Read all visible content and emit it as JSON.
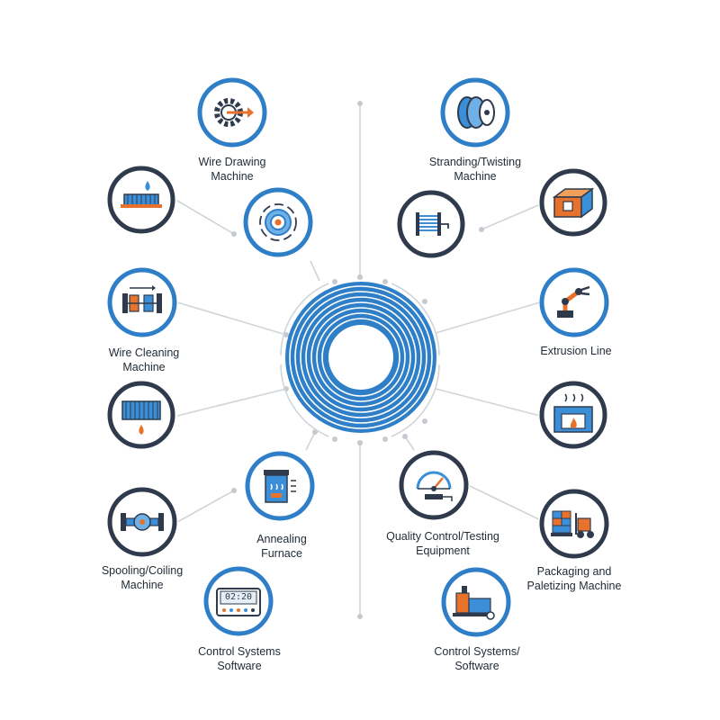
{
  "center_icon": "wire-coil-icon",
  "colors": {
    "blue": "#2f7fc8",
    "navy": "#2f3b4c",
    "line": "#d0d5da",
    "accent": "#e8722c",
    "coil": "#3b8fd9"
  },
  "labels": {
    "wire_drawing": [
      "Wire Drawing",
      "Machine"
    ],
    "stranding": [
      "Stranding/Twisting",
      "Machine"
    ],
    "wire_cleaning": [
      "Wire Cleaning",
      "Machine"
    ],
    "extrusion": [
      "Extrusion Line"
    ],
    "annealing": [
      "Annealing",
      "Furnace"
    ],
    "quality": [
      "Quality Control/Testing",
      "Equipment"
    ],
    "spooling": [
      "Spooling/Coiling",
      "Machine"
    ],
    "packaging": [
      "Packaging and",
      "Paletizing Machine"
    ],
    "control_left": [
      "Control Systems",
      "Software"
    ],
    "control_right": [
      "Control Systems/",
      "Software"
    ]
  },
  "nodes": [
    {
      "name": "gear-arrow-icon",
      "ring": "blue"
    },
    {
      "name": "spool-reels-icon",
      "ring": "blue"
    },
    {
      "name": "cleaning-brush-drop-icon",
      "ring": "navy"
    },
    {
      "name": "rotating-coil-icon",
      "ring": "blue"
    },
    {
      "name": "wire-winder-icon",
      "ring": "navy"
    },
    {
      "name": "extrusion-block-icon",
      "ring": "navy"
    },
    {
      "name": "cleaning-rollers-icon",
      "ring": "blue"
    },
    {
      "name": "robot-arm-icon",
      "ring": "blue"
    },
    {
      "name": "brush-drip-icon",
      "ring": "navy"
    },
    {
      "name": "furnace-icon",
      "ring": "navy"
    },
    {
      "name": "annealing-oven-icon",
      "ring": "blue"
    },
    {
      "name": "pressure-gauge-icon",
      "ring": "navy"
    },
    {
      "name": "spool-roller-icon",
      "ring": "navy"
    },
    {
      "name": "forklift-pallet-icon",
      "ring": "navy"
    },
    {
      "name": "digital-display-icon",
      "ring": "blue"
    },
    {
      "name": "packaging-machine-icon",
      "ring": "blue"
    }
  ],
  "display_text": "02:20"
}
